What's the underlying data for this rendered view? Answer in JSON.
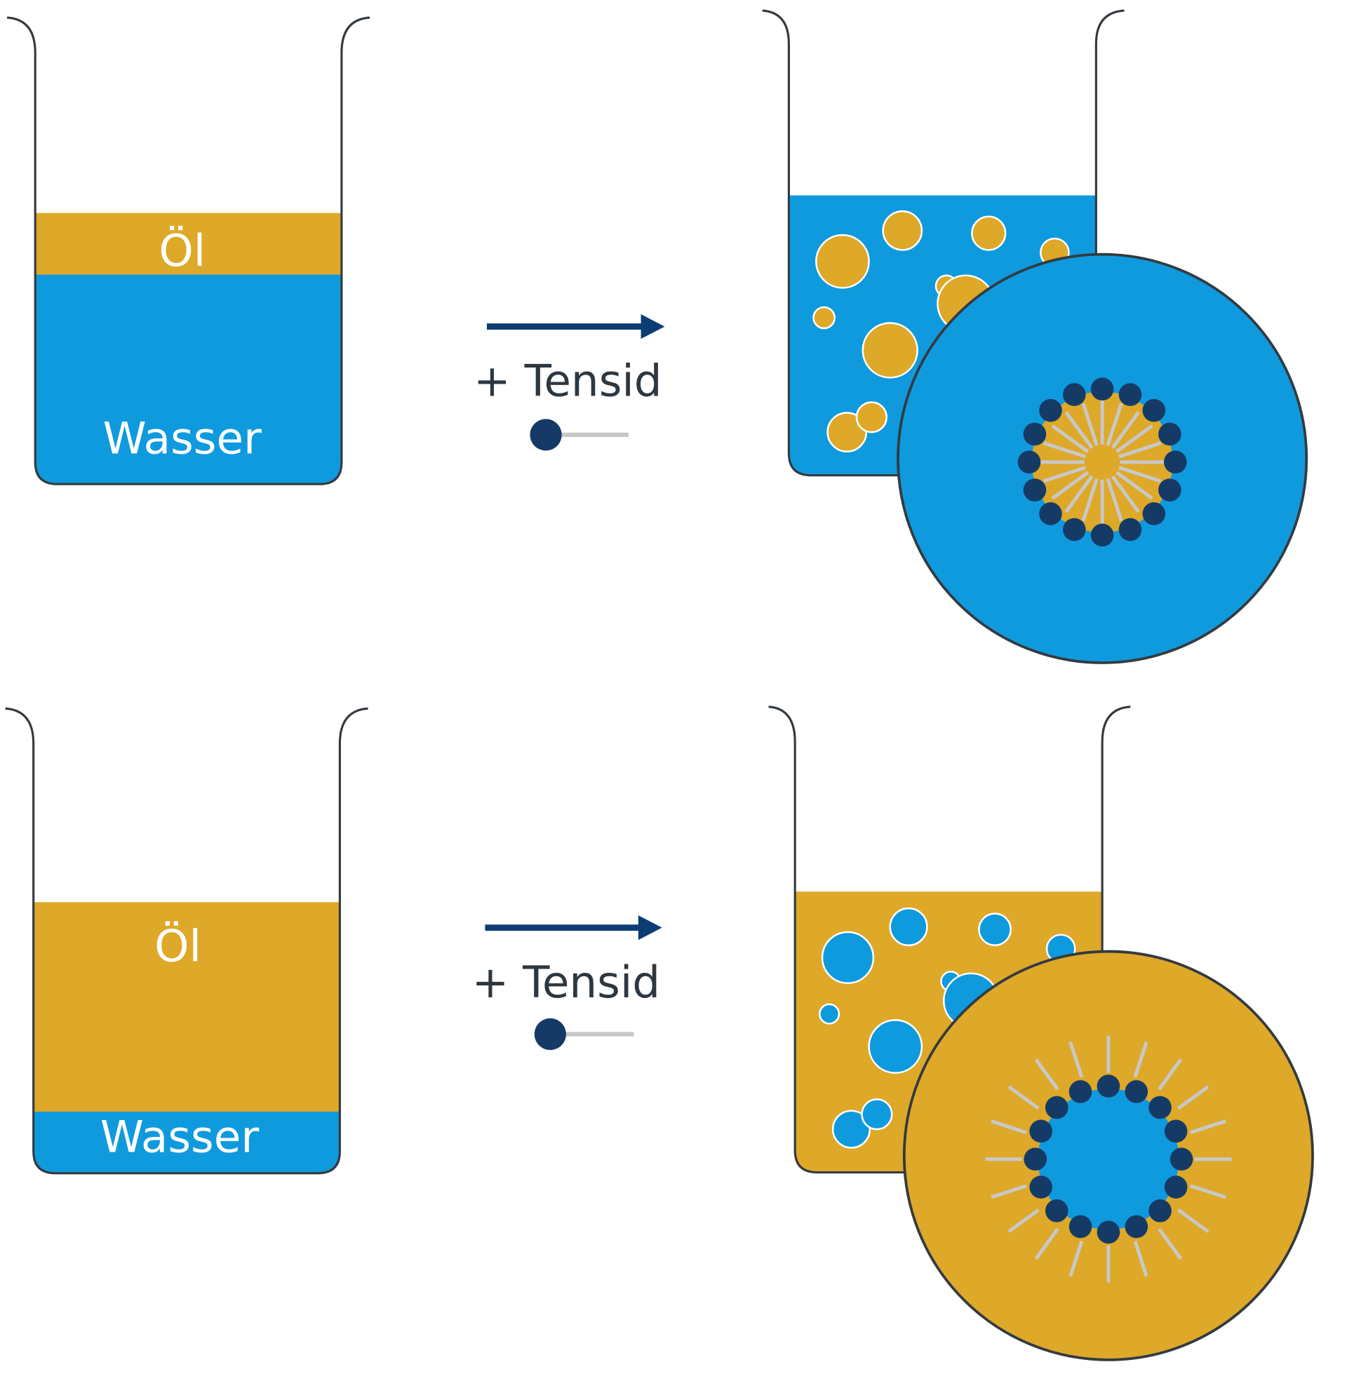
{
  "colors": {
    "water": "#0f9ade",
    "oil": "#dea829",
    "head": "#163a66",
    "tail": "#c8c8c8",
    "outline": "#333a40",
    "arrow": "#0b3c73"
  },
  "top": {
    "oil_label": "Öl",
    "water_label": "Wasser",
    "reagent_label": "+ Tensid"
  },
  "bottom": {
    "oil_label": "Öl",
    "water_label": "Wasser",
    "reagent_label": "+ Tensid"
  }
}
